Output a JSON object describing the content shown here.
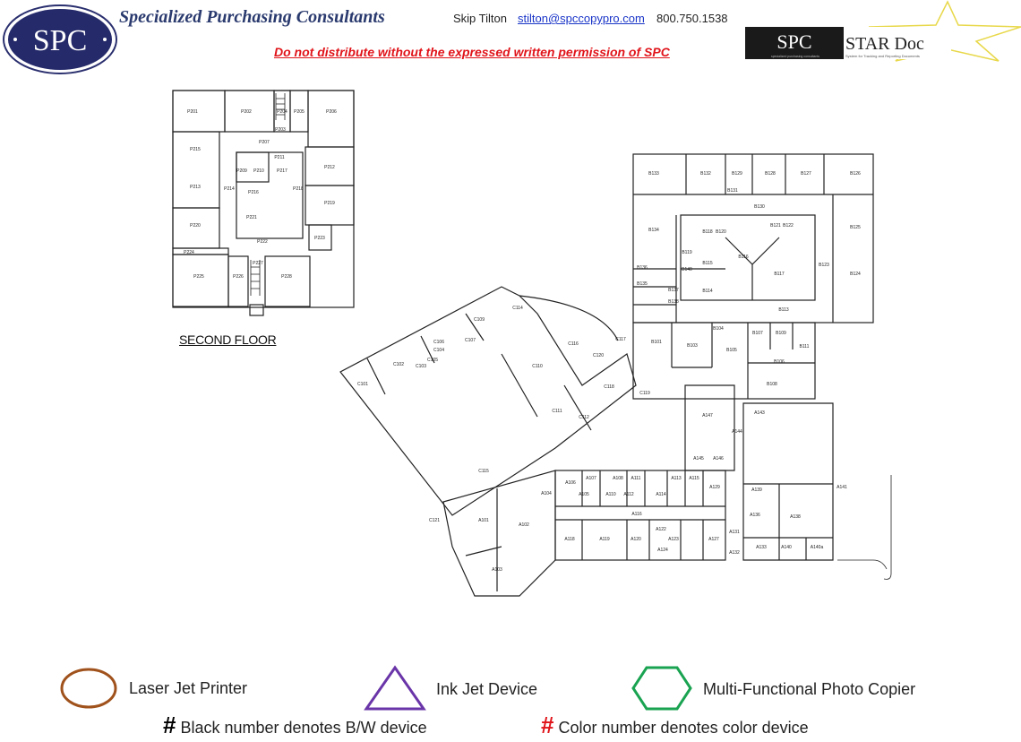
{
  "header": {
    "logo_text": "SPC",
    "company": "Specialized Purchasing Consultants",
    "contact_name": "Skip Tilton",
    "contact_email": "stilton@spccopypro.com",
    "contact_phone": "800.750.1538",
    "warning": "Do not distribute without the expressed written permission of SPC",
    "stardoc_logo": {
      "brand": "SPC",
      "title": "STAR Doc",
      "tagline_small": "specialized purchasing consultants",
      "subtitle": "System for Tracking and Reporting Documents"
    }
  },
  "second_floor": {
    "title": "SECOND FLOOR",
    "rooms": [
      "P201",
      "P202",
      "P204",
      "P205",
      "P206",
      "P203",
      "P207",
      "P209",
      "P210",
      "P211",
      "P217",
      "P215",
      "P213",
      "P214",
      "P218",
      "P212",
      "P219",
      "P216",
      "P221",
      "P222",
      "P220",
      "P223",
      "P224",
      "P225",
      "P226",
      "P227",
      "P228"
    ]
  },
  "first_floor": {
    "rooms": [
      "B133",
      "B132",
      "B129",
      "B128",
      "B127",
      "B126",
      "B131",
      "B130",
      "B134",
      "B118",
      "B120",
      "B116",
      "B121",
      "B122",
      "B125",
      "B124",
      "B123",
      "B119",
      "B115",
      "B117",
      "B114",
      "B140",
      "B136",
      "B135",
      "B137",
      "B138",
      "B113",
      "B101",
      "B103",
      "B104",
      "B105",
      "B107",
      "B109",
      "B111",
      "B106",
      "B108",
      "C109",
      "C114",
      "C116",
      "C110",
      "C118",
      "C119",
      "C120",
      "C117",
      "C102",
      "C101",
      "C106",
      "C107",
      "C104",
      "C105",
      "C103",
      "C111",
      "C112",
      "C115",
      "C121",
      "A107",
      "A108",
      "A111",
      "A113",
      "A115",
      "A129",
      "A106",
      "A104",
      "A105",
      "A110",
      "A112",
      "A114",
      "A116",
      "A118",
      "A119",
      "A120",
      "A122",
      "A123",
      "A124",
      "A127",
      "A131",
      "A132",
      "A133",
      "A140",
      "A140a",
      "A138",
      "A139",
      "A141",
      "A136",
      "A143",
      "A144",
      "A145",
      "A146",
      "A147",
      "A101",
      "A102",
      "A103"
    ]
  },
  "legend": {
    "items": [
      {
        "label": "Laser Jet Printer",
        "shape": "circle",
        "color": "#a0521c"
      },
      {
        "label": "Ink Jet Device",
        "shape": "triangle",
        "color": "#6a35a8"
      },
      {
        "label": "Multi-Functional Photo Copier",
        "shape": "hexagon",
        "color": "#1aa351"
      }
    ],
    "symbol": "#",
    "bw_note": "Black number denotes B/W device",
    "color_note": "Color number denotes color device",
    "bw_color": "#000000",
    "color_color": "#e0141a"
  }
}
